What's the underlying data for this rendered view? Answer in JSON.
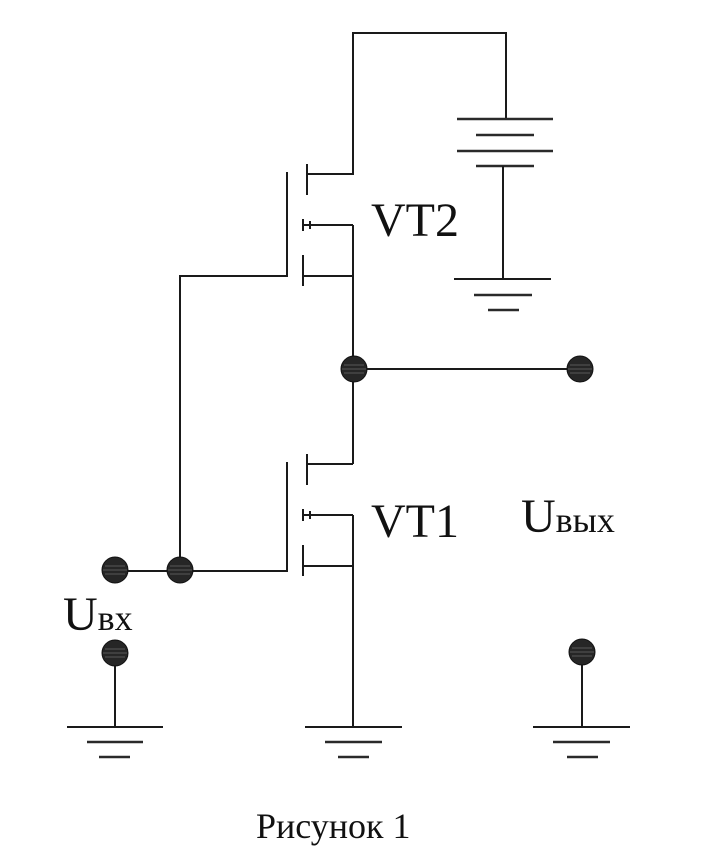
{
  "figure": {
    "caption": "Рисунок 1",
    "type": "circuit schematic (CMOS-style inverter with two MOSFETs)"
  },
  "components": {
    "transistors": [
      {
        "id": "VT2",
        "label": "VT2",
        "kind": "MOSFET"
      },
      {
        "id": "VT1",
        "label": "VT1",
        "kind": "MOSFET"
      }
    ],
    "supply": {
      "kind": "battery",
      "cells": 2
    },
    "grounds": 4
  },
  "labels": {
    "vt2": "VT2",
    "vt1": "VT1",
    "input": {
      "main": "U",
      "sub": "вх"
    },
    "output": {
      "main": "U",
      "sub": "вых"
    }
  },
  "nodes": [
    "input-terminal-top",
    "gate-junction",
    "output-junction",
    "output-terminal-top",
    "input-terminal-bottom",
    "output-terminal-bottom"
  ],
  "colors": {
    "line": "#1a1a1a",
    "node": "#262626",
    "background": "#ffffff"
  }
}
